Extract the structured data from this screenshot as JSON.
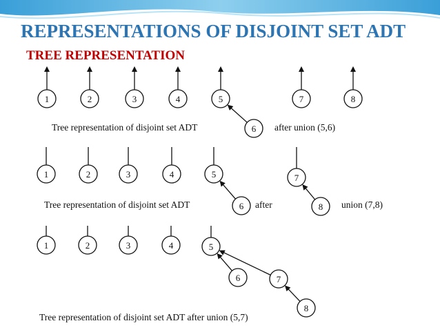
{
  "slide": {
    "title": "REPRESENTATIONS OF DISJOINT SET ADT",
    "subtitle": "TREE REPRESENTATION"
  },
  "colors": {
    "title": "#2d74b3",
    "subtitle": "#c00000",
    "header_band": "#8ecfee"
  },
  "diagrams": [
    {
      "caption": "Tree representation of disjoint set ADT",
      "caption_suffix": "after union (5,6)",
      "nodes": [
        "1",
        "2",
        "3",
        "4",
        "5",
        "6",
        "7",
        "8"
      ],
      "edges": [
        [
          "6",
          "5"
        ]
      ]
    },
    {
      "caption": "Tree representation of disjoint set ADT",
      "caption_mid": "after",
      "caption_suffix": "union (7,8)",
      "nodes": [
        "1",
        "2",
        "3",
        "4",
        "5",
        "6",
        "7",
        "8"
      ],
      "edges": [
        [
          "6",
          "5"
        ],
        [
          "8",
          "7"
        ]
      ]
    },
    {
      "caption": "Tree representation of disjoint set ADT after union (5,7)",
      "nodes": [
        "1",
        "2",
        "3",
        "4",
        "5",
        "6",
        "7",
        "8"
      ],
      "edges": [
        [
          "6",
          "5"
        ],
        [
          "7",
          "5"
        ],
        [
          "8",
          "7"
        ]
      ]
    }
  ]
}
